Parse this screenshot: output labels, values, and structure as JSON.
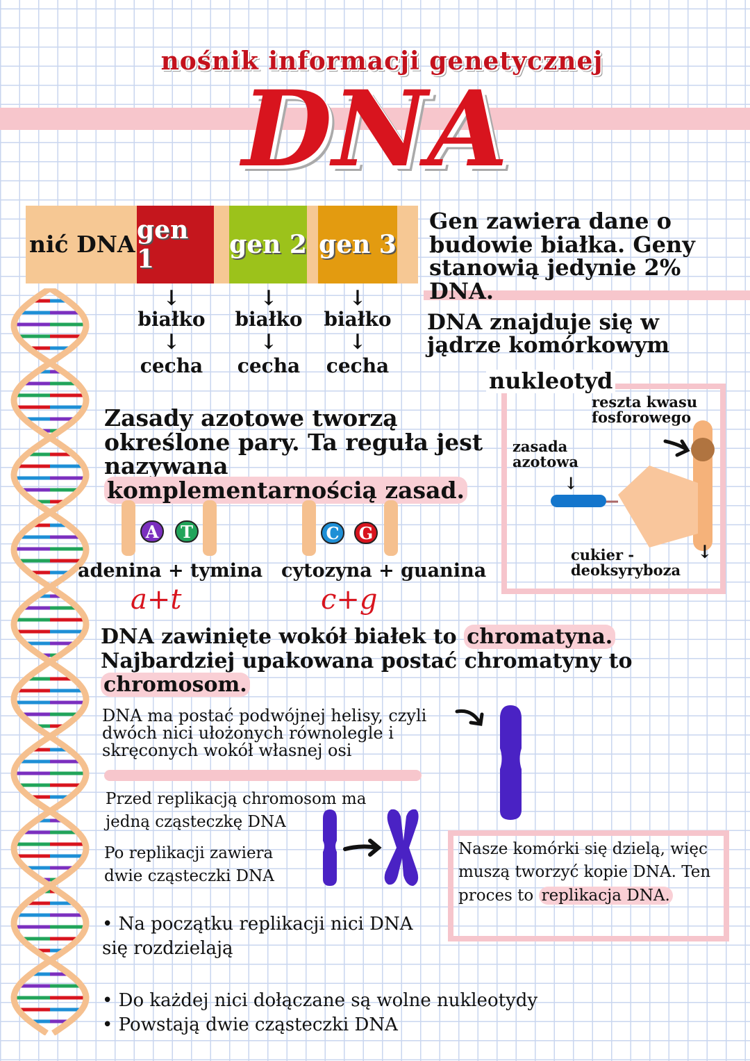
{
  "header": {
    "subtitle": "nośnik informacji genetycznej",
    "title": "DNA"
  },
  "gene_bar": {
    "strand_label": "nić DNA",
    "genes": [
      "gen 1",
      "gen 2",
      "gen 3"
    ],
    "colors": [
      "#c5161d",
      "#9cc21b",
      "#e39b10"
    ],
    "strand_color": "#f6c894"
  },
  "gene_info": "Gen zawiera dane o budowie białka. Geny stanowią jedynie 2% DNA.",
  "flow": {
    "arrow": "↓",
    "protein": "białko",
    "trait": "cecha"
  },
  "location": "DNA znajduje się w jądrze komórkowym",
  "nucleotide": {
    "title": "nukleotyd",
    "phosphate": "reszta kwasu fosforowego",
    "base": "zasada azotowa",
    "sugar": "cukier - deoksyryboza"
  },
  "complementarity": {
    "text": "Zasady azotowe tworzą określone pary. Ta reguła jest nazywana ",
    "highlight": "komplementarnością zasad."
  },
  "pairs": [
    {
      "a": "A",
      "b": "T",
      "label": "adenina + tymina",
      "short": "a+t",
      "color_a": "#7b2fbf",
      "color_b": "#21a45a"
    },
    {
      "a": "C",
      "b": "G",
      "label": "cytozyna + guanina",
      "short": "c+g",
      "color_a": "#1e8fd6",
      "color_b": "#d8141e"
    }
  ],
  "chromatin": {
    "text1": "DNA zawinięte wokół białek to ",
    "hl1": "chromatyna.",
    "text2": " Najbardziej upakowana postać chromatyny to ",
    "hl2": "chromosom."
  },
  "helix_text": "DNA ma postać podwójnej helisy, czyli dwóch nici ułożonych równolegle i skręconych wokół własnej osi",
  "replication_chromosome": {
    "before": "Przed replikacją chromosom ma jedną cząsteczkę DNA",
    "after": "Po replikacji zawiera dwie cząsteczki DNA"
  },
  "division_box": {
    "text": "Nasze komórki się dzielą, więc muszą tworzyć kopie DNA. Ten proces to ",
    "highlight": "replikacja DNA."
  },
  "bullets": [
    "• Na początku replikacji nici DNA się rozdzielają",
    "• Do każdej nici dołączane są wolne nukleotydy",
    "• Powstają dwie cząsteczki DNA"
  ]
}
